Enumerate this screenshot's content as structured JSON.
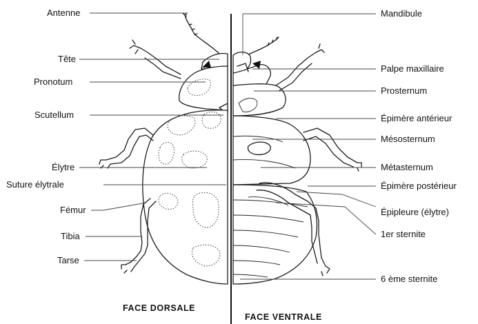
{
  "left_labels": {
    "antenne": "Antenne",
    "tete": "Tête",
    "pronotum": "Pronotum",
    "scutellum": "Scutellum",
    "elytre": "Élytre",
    "suture": "Suture élytrale",
    "femur": "Fémur",
    "tibia": "Tibia",
    "tarse": "Tarse"
  },
  "right_labels": {
    "mandibule": "Mandibule",
    "palpe": "Palpe maxillaire",
    "prosternum": "Prosternum",
    "epimere_ant": "Épimère antérieur",
    "mesosternum": "Mésosternum",
    "metasternum": "Métasternum",
    "epimere_post": "Épimère postérieur",
    "epipleure": "Épipleure (élytre)",
    "sternite1": "1er sternite",
    "sternite6": "6 ème sternite"
  },
  "captions": {
    "dorsal": "FACE DORSALE",
    "ventral": "FACE VENTRALE"
  }
}
